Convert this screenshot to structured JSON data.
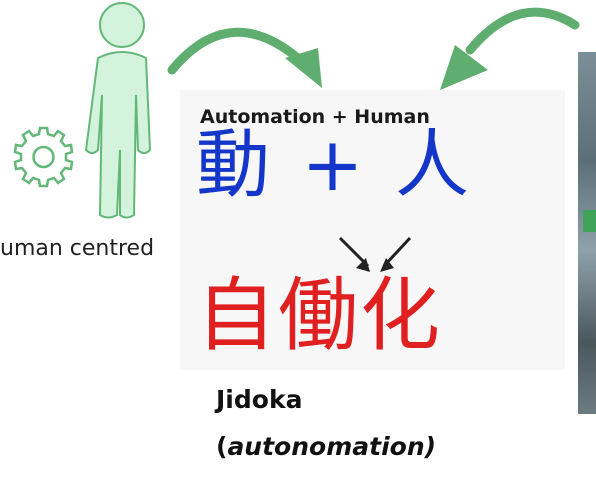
{
  "human": {
    "label": "uman centred"
  },
  "panel": {
    "title": "Automation + Human",
    "kanji_top": "動 + 人",
    "kanji_bottom": "自働化"
  },
  "caption": {
    "title": "Jidoka",
    "sub_open": "(",
    "sub_italic": "autonomation)"
  },
  "colors": {
    "figure_fill": "#d4f3dc",
    "figure_stroke": "#63b878",
    "gear_stroke": "#63b878",
    "arrow": "#5fae6f",
    "kanji_blue": "#1436c9",
    "kanji_red": "#e02020"
  },
  "icons": [
    "person-figure-icon",
    "gear-icon",
    "curved-arrow-icon",
    "converging-arrows-icon"
  ]
}
